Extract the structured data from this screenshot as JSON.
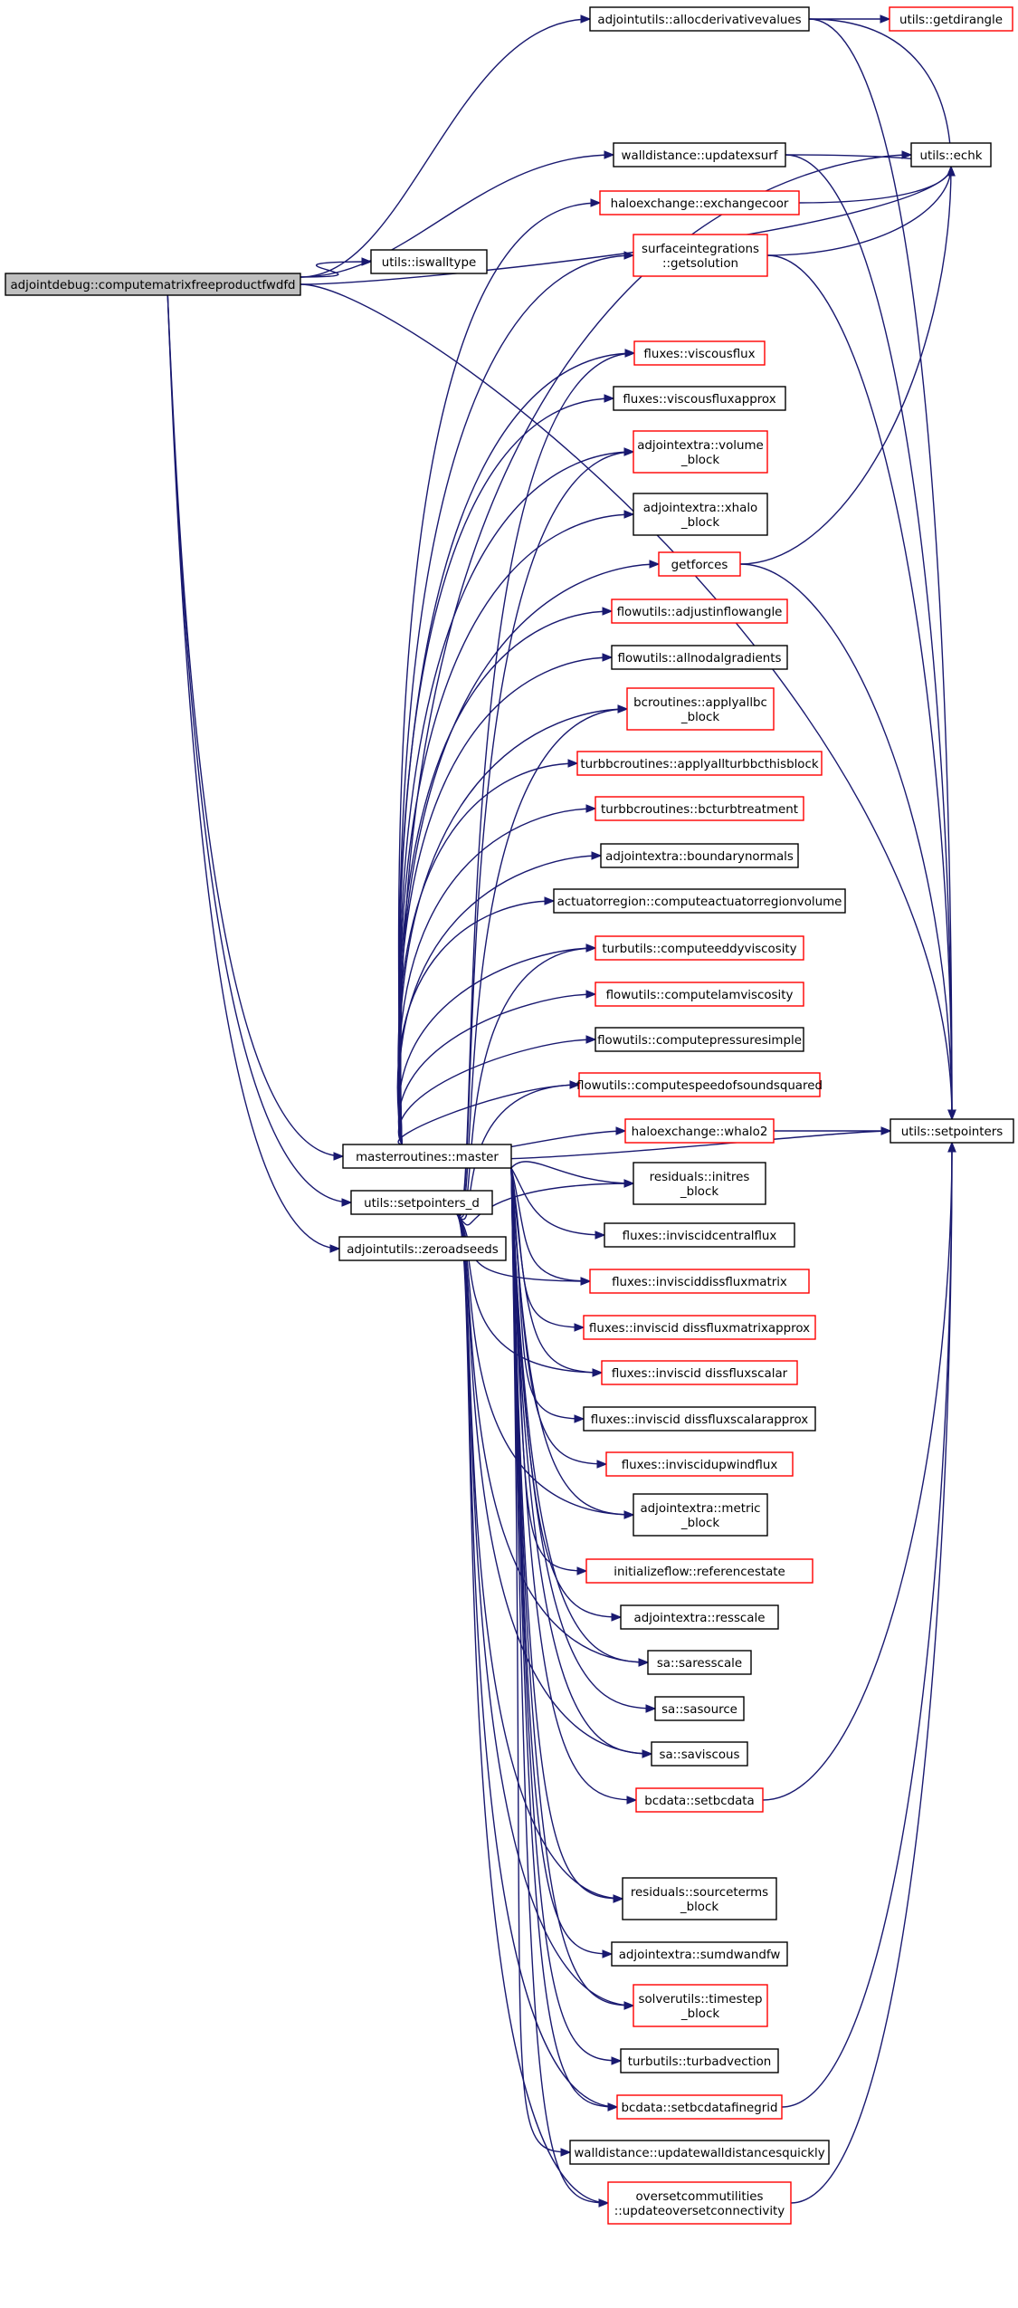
{
  "graph": {
    "type": "call-graph",
    "colors": {
      "edge": "#191970",
      "node_border": "#000000",
      "truncated_node_border": "#ff0000",
      "root_fill": "#bfbfbf",
      "node_fill": "#ffffff"
    },
    "nodes": [
      {
        "id": "root",
        "lines": [
          "adjointdebug::computematrixfreeproductfwdfd"
        ],
        "style": "root"
      },
      {
        "id": "allocder",
        "lines": [
          "adjointutils::allocderivativevalues"
        ],
        "style": "normal"
      },
      {
        "id": "getdir",
        "lines": [
          "utils::getdirangle"
        ],
        "style": "truncated"
      },
      {
        "id": "echk",
        "lines": [
          "utils::echk"
        ],
        "style": "normal"
      },
      {
        "id": "updatex",
        "lines": [
          "walldistance::updatexsurf"
        ],
        "style": "normal"
      },
      {
        "id": "exchcoor",
        "lines": [
          "haloexchange::exchangecoor"
        ],
        "style": "truncated"
      },
      {
        "id": "getsol",
        "lines": [
          "surfaceintegrations",
          "::getsolution"
        ],
        "style": "truncated"
      },
      {
        "id": "iswall",
        "lines": [
          "utils::iswalltype"
        ],
        "style": "normal"
      },
      {
        "id": "visc",
        "lines": [
          "fluxes::viscousflux"
        ],
        "style": "truncated"
      },
      {
        "id": "viscapp",
        "lines": [
          "fluxes::viscousfluxapprox"
        ],
        "style": "normal"
      },
      {
        "id": "volblk",
        "lines": [
          "adjointextra::volume",
          "_block"
        ],
        "style": "truncated"
      },
      {
        "id": "xhalo",
        "lines": [
          "adjointextra::xhalo",
          "_block"
        ],
        "style": "normal"
      },
      {
        "id": "getforces",
        "lines": [
          "getforces"
        ],
        "style": "truncated"
      },
      {
        "id": "adjflow",
        "lines": [
          "flowutils::adjustinflowangle"
        ],
        "style": "truncated"
      },
      {
        "id": "allnodal",
        "lines": [
          "flowutils::allnodalgradients"
        ],
        "style": "normal"
      },
      {
        "id": "applybc",
        "lines": [
          "bcroutines::applyallbc",
          "_block"
        ],
        "style": "truncated"
      },
      {
        "id": "turbbc",
        "lines": [
          "turbbcroutines::applyallturbbcthisblock"
        ],
        "style": "truncated"
      },
      {
        "id": "bcturb",
        "lines": [
          "turbbcroutines::bcturbtreatment"
        ],
        "style": "truncated"
      },
      {
        "id": "bndnorm",
        "lines": [
          "adjointextra::boundarynormals"
        ],
        "style": "normal"
      },
      {
        "id": "actuator",
        "lines": [
          "actuatorregion::computeactuatorregionvolume"
        ],
        "style": "normal"
      },
      {
        "id": "eddy",
        "lines": [
          "turbutils::computeeddyviscosity"
        ],
        "style": "truncated"
      },
      {
        "id": "lamvisc",
        "lines": [
          "flowutils::computelamviscosity"
        ],
        "style": "truncated"
      },
      {
        "id": "pressure",
        "lines": [
          "flowutils::computepressuresimple"
        ],
        "style": "normal"
      },
      {
        "id": "speed",
        "lines": [
          "flowutils::computespeedofsoundsquared"
        ],
        "style": "truncated"
      },
      {
        "id": "whalo2",
        "lines": [
          "haloexchange::whalo2"
        ],
        "style": "truncated"
      },
      {
        "id": "setptr",
        "lines": [
          "utils::setpointers"
        ],
        "style": "normal"
      },
      {
        "id": "master",
        "lines": [
          "masterroutines::master"
        ],
        "style": "normal"
      },
      {
        "id": "initres",
        "lines": [
          "residuals::initres",
          "_block"
        ],
        "style": "normal"
      },
      {
        "id": "setptrd",
        "lines": [
          "utils::setpointers_d"
        ],
        "style": "normal"
      },
      {
        "id": "zeroad",
        "lines": [
          "adjointutils::zeroadseeds"
        ],
        "style": "normal"
      },
      {
        "id": "invcent",
        "lines": [
          "fluxes::inviscidcentralflux"
        ],
        "style": "normal"
      },
      {
        "id": "invdmat",
        "lines": [
          "fluxes::invisciddissfluxmatrix"
        ],
        "style": "truncated"
      },
      {
        "id": "invdmata",
        "lines": [
          "fluxes::inviscid dissfluxmatrixapprox"
        ],
        "style": "truncated"
      },
      {
        "id": "invdsc",
        "lines": [
          "fluxes::inviscid dissfluxscalar"
        ],
        "style": "truncated"
      },
      {
        "id": "invdsca",
        "lines": [
          "fluxes::inviscid dissfluxscalarapprox"
        ],
        "style": "normal"
      },
      {
        "id": "invup",
        "lines": [
          "fluxes::inviscidupwindflux"
        ],
        "style": "truncated"
      },
      {
        "id": "metric",
        "lines": [
          "adjointextra::metric",
          "_block"
        ],
        "style": "normal"
      },
      {
        "id": "refstate",
        "lines": [
          "initializeflow::referencestate"
        ],
        "style": "truncated"
      },
      {
        "id": "resscale",
        "lines": [
          "adjointextra::resscale"
        ],
        "style": "normal"
      },
      {
        "id": "saress",
        "lines": [
          "sa::saresscale"
        ],
        "style": "normal"
      },
      {
        "id": "sasrc",
        "lines": [
          "sa::sasource"
        ],
        "style": "normal"
      },
      {
        "id": "savisc",
        "lines": [
          "sa::saviscous"
        ],
        "style": "normal"
      },
      {
        "id": "setbc",
        "lines": [
          "bcdata::setbcdata"
        ],
        "style": "truncated"
      },
      {
        "id": "srcterm",
        "lines": [
          "residuals::sourceterms",
          "_block"
        ],
        "style": "normal"
      },
      {
        "id": "sumdw",
        "lines": [
          "adjointextra::sumdwandfw"
        ],
        "style": "normal"
      },
      {
        "id": "tstep",
        "lines": [
          "solverutils::timestep",
          "_block"
        ],
        "style": "truncated"
      },
      {
        "id": "turbadv",
        "lines": [
          "turbutils::turbadvection"
        ],
        "style": "normal"
      },
      {
        "id": "setbcfine",
        "lines": [
          "bcdata::setbcdatafinegrid"
        ],
        "style": "truncated"
      },
      {
        "id": "wallquick",
        "lines": [
          "walldistance::updatewalldistancesquickly"
        ],
        "style": "normal"
      },
      {
        "id": "overset",
        "lines": [
          "oversetcommutilities",
          "::updateoversetconnectivity"
        ],
        "style": "truncated"
      }
    ],
    "edges": [
      [
        "root",
        "allocder"
      ],
      [
        "root",
        "echk"
      ],
      [
        "root",
        "updatex"
      ],
      [
        "root",
        "iswall"
      ],
      [
        "root",
        "setptr"
      ],
      [
        "root",
        "master"
      ],
      [
        "root",
        "setptrd"
      ],
      [
        "root",
        "zeroad"
      ],
      [
        "allocder",
        "getdir"
      ],
      [
        "allocder",
        "echk"
      ],
      [
        "allocder",
        "setptr"
      ],
      [
        "updatex",
        "echk"
      ],
      [
        "updatex",
        "setptr"
      ],
      [
        "exchcoor",
        "echk"
      ],
      [
        "getsol",
        "echk"
      ],
      [
        "getsol",
        "setptr"
      ],
      [
        "getforces",
        "echk"
      ],
      [
        "getforces",
        "setptr"
      ],
      [
        "whalo2",
        "setptr"
      ],
      [
        "setbc",
        "setptr"
      ],
      [
        "setbcfine",
        "setptr"
      ],
      [
        "overset",
        "setptr"
      ],
      [
        "master",
        "echk"
      ],
      [
        "master",
        "exchcoor"
      ],
      [
        "master",
        "getsol"
      ],
      [
        "master",
        "visc"
      ],
      [
        "master",
        "viscapp"
      ],
      [
        "master",
        "volblk"
      ],
      [
        "master",
        "xhalo"
      ],
      [
        "master",
        "getforces"
      ],
      [
        "master",
        "adjflow"
      ],
      [
        "master",
        "allnodal"
      ],
      [
        "master",
        "applybc"
      ],
      [
        "master",
        "turbbc"
      ],
      [
        "master",
        "bcturb"
      ],
      [
        "master",
        "bndnorm"
      ],
      [
        "master",
        "actuator"
      ],
      [
        "master",
        "eddy"
      ],
      [
        "master",
        "lamvisc"
      ],
      [
        "master",
        "pressure"
      ],
      [
        "master",
        "speed"
      ],
      [
        "master",
        "whalo2"
      ],
      [
        "master",
        "initres"
      ],
      [
        "master",
        "invcent"
      ],
      [
        "master",
        "invdmat"
      ],
      [
        "master",
        "invdmata"
      ],
      [
        "master",
        "invdsc"
      ],
      [
        "master",
        "invdsca"
      ],
      [
        "master",
        "invup"
      ],
      [
        "master",
        "metric"
      ],
      [
        "master",
        "refstate"
      ],
      [
        "master",
        "resscale"
      ],
      [
        "master",
        "saress"
      ],
      [
        "master",
        "sasrc"
      ],
      [
        "master",
        "savisc"
      ],
      [
        "master",
        "setbc"
      ],
      [
        "master",
        "setptr"
      ],
      [
        "master",
        "srcterm"
      ],
      [
        "master",
        "sumdw"
      ],
      [
        "master",
        "tstep"
      ],
      [
        "master",
        "turbadv"
      ],
      [
        "master",
        "setbcfine"
      ],
      [
        "master",
        "wallquick"
      ],
      [
        "master",
        "overset"
      ],
      [
        "setptrd",
        "visc"
      ],
      [
        "setptrd",
        "volblk"
      ],
      [
        "setptrd",
        "applybc"
      ],
      [
        "setptrd",
        "eddy"
      ],
      [
        "setptrd",
        "speed"
      ],
      [
        "setptrd",
        "initres"
      ],
      [
        "setptrd",
        "invdmat"
      ],
      [
        "setptrd",
        "invdsc"
      ],
      [
        "setptrd",
        "metric"
      ],
      [
        "setptrd",
        "saress"
      ],
      [
        "setptrd",
        "savisc"
      ],
      [
        "setptrd",
        "srcterm"
      ],
      [
        "setptrd",
        "tstep"
      ],
      [
        "setptrd",
        "setbcfine"
      ],
      [
        "setptrd",
        "overset"
      ]
    ]
  }
}
